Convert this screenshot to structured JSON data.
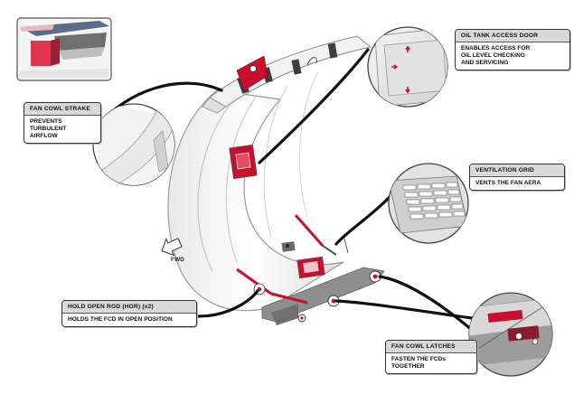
{
  "callouts": {
    "oil_tank_access_door": {
      "title": "OIL TANK ACCESS DOOR",
      "body": "ENABLES ACCESS FOR\nOIL LEVEL CHECKING\nAND SERVICING"
    },
    "fan_cowl_strake": {
      "title": "FAN COWL STRAKE",
      "body": "PREVENTS\nTURBULENT\nAIRFLOW"
    },
    "ventilation_grid": {
      "title": "VENTILATION GRID",
      "body": "VENTS THE FAN AERA"
    },
    "hold_open_rod": {
      "title": "HOLD OPEN ROD (HOR) (x2)",
      "body": "HOLDS THE FCD IN OPEN POSITION"
    },
    "fan_cowl_latches": {
      "title": "FAN COWL LATCHES",
      "body": "FASTEN THE FCDs\nTOGETHER"
    }
  },
  "direction_label": "FWD",
  "colors": {
    "accent_red": "#c8102e",
    "callout_header": "#d9d9d9",
    "cowl_outline": "#9a9a9a"
  }
}
